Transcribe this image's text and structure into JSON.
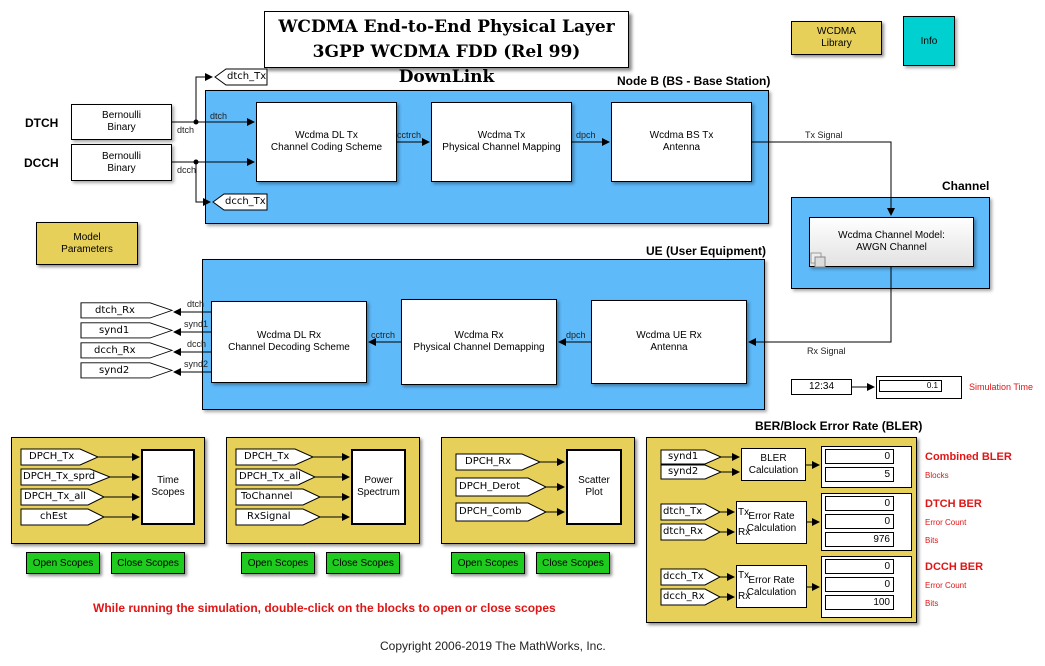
{
  "title": {
    "line1": "WCDMA End-to-End Physical Layer",
    "line2": "3GPP WCDMA FDD (Rel 99) DownLink"
  },
  "top_buttons": {
    "library": "WCDMA\nLibrary",
    "info": "Info"
  },
  "sources": {
    "dtch_label": "DTCH",
    "dcch_label": "DCCH",
    "dtch_block": "Bernoulli\nBinary",
    "dcch_block": "Bernoulli\nBinary",
    "dtch_signal": "dtch",
    "dcch_signal": "dcch",
    "dtch_tag": "dtch_Tx",
    "dcch_tag": "dcch_Tx"
  },
  "model_parameters": "Model\nParameters",
  "node_b": {
    "header": "Node B (BS - Base Station)",
    "in_dtch": "dtch",
    "blocks": [
      {
        "label": "Wcdma DL Tx\nChannel Coding Scheme"
      },
      {
        "label": "Wcdma Tx\nPhysical Channel Mapping"
      },
      {
        "label": "Wcdma BS Tx\nAntenna"
      }
    ],
    "signals": [
      "cctrch",
      "dpch"
    ],
    "tx_signal": "Tx Signal"
  },
  "channel": {
    "header": "Channel",
    "block": "Wcdma Channel Model:\nAWGN Channel",
    "rx_signal": "Rx Signal"
  },
  "ue": {
    "header": "UE (User Equipment)",
    "blocks": [
      {
        "label": "Wcdma DL Rx\nChannel Decoding Scheme"
      },
      {
        "label": "Wcdma Rx\nPhysical Channel Demapping"
      },
      {
        "label": "Wcdma UE Rx\nAntenna"
      }
    ],
    "signals": [
      "cctrch",
      "dpch"
    ],
    "outputs": [
      {
        "signal": "dtch",
        "tag": "dtch_Rx"
      },
      {
        "signal": "synd1",
        "tag": "synd1"
      },
      {
        "signal": "dcch",
        "tag": "dcch_Rx"
      },
      {
        "signal": "synd2",
        "tag": "synd2"
      }
    ]
  },
  "sim_time": {
    "clock": "12:34",
    "value": "0.1",
    "label": "Simulation Time"
  },
  "scopes": [
    {
      "block": "Time\nScopes",
      "inputs": [
        "DPCH_Tx",
        "DPCH_Tx_sprd",
        "DPCH_Tx_all",
        "chEst"
      ],
      "open": "Open Scopes",
      "close": "Close Scopes"
    },
    {
      "block": "Power\nSpectrum",
      "inputs": [
        "DPCH_Tx",
        "DPCH_Tx_all",
        "ToChannel",
        "RxSignal"
      ],
      "open": "Open Scopes",
      "close": "Close Scopes"
    },
    {
      "block": "Scatter\nPlot",
      "inputs": [
        "DPCH_Rx",
        "DPCH_Derot",
        "DPCH_Comb"
      ],
      "open": "Open Scopes",
      "close": "Close Scopes"
    }
  ],
  "ber": {
    "header": "BER/Block Error Rate (BLER)",
    "groups": [
      {
        "inputs": [
          "synd1",
          "synd2"
        ],
        "block": "BLER\nCalculation",
        "values": [
          "0",
          "5"
        ],
        "title": "Combined BLER",
        "sublabels": [
          "Blocks"
        ]
      },
      {
        "inputs": [
          "dtch_Tx",
          "dtch_Rx"
        ],
        "block": "Error Rate\nCalculation",
        "ports": [
          "Tx",
          "Rx"
        ],
        "values": [
          "0",
          "0",
          "976"
        ],
        "title": "DTCH BER",
        "sublabels": [
          "Error Count",
          "Bits"
        ]
      },
      {
        "inputs": [
          "dcch_Tx",
          "dcch_Rx"
        ],
        "block": "Error Rate\nCalculation",
        "ports": [
          "Tx",
          "Rx"
        ],
        "values": [
          "0",
          "0",
          "100"
        ],
        "title": "DCCH BER",
        "sublabels": [
          "Error Count",
          "Bits"
        ]
      }
    ]
  },
  "instruction": "While running the simulation, double-click on the blocks to open or close scopes",
  "copyright": "Copyright 2006-2019 The MathWorks, Inc.",
  "colors": {
    "subsystem_blue": "#5fbafa",
    "annotation_yellow": "#e6d05a",
    "button_green": "#1ecb1e",
    "info_cyan": "#00d0d0",
    "label_red": "#e01515"
  }
}
